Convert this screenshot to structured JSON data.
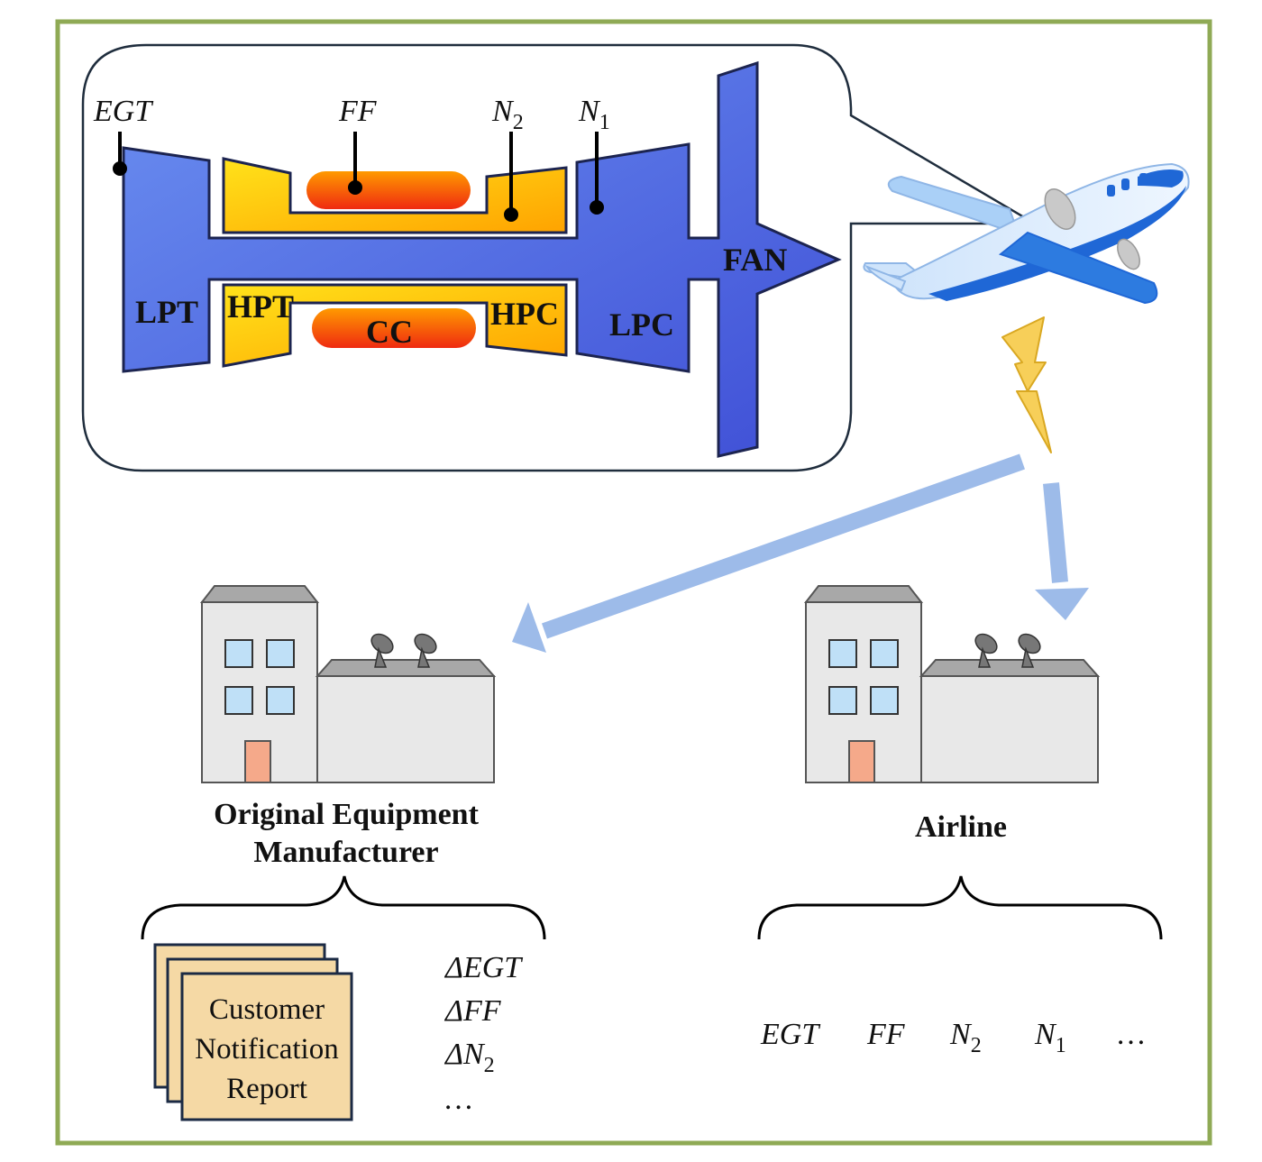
{
  "engine": {
    "components": {
      "lpt": "LPT",
      "hpt": "HPT",
      "cc": "CC",
      "hpc": "HPC",
      "lpc": "LPC",
      "fan": "FAN"
    },
    "sensors": {
      "egt": "EGT",
      "ff": "FF",
      "n2": {
        "base": "N",
        "sub": "2"
      },
      "n1": {
        "base": "N",
        "sub": "1"
      }
    }
  },
  "oem": {
    "title_line1": "Original Equipment",
    "title_line2": "Manufacturer",
    "report": [
      "Customer",
      "Notification",
      "Report"
    ],
    "params": [
      {
        "base": "ΔEGT",
        "sub": ""
      },
      {
        "base": "ΔFF",
        "sub": ""
      },
      {
        "base": "ΔN",
        "sub": "2"
      },
      {
        "base": "…",
        "sub": ""
      }
    ]
  },
  "airline": {
    "title": "Airline",
    "params": [
      {
        "base": "EGT",
        "sub": ""
      },
      {
        "base": "FF",
        "sub": ""
      },
      {
        "base": "N",
        "sub": "2"
      },
      {
        "base": "N",
        "sub": "1"
      },
      {
        "base": "…",
        "sub": ""
      }
    ]
  },
  "colors": {
    "frame": "#8faa55",
    "engine_blue": "#4a5ed8",
    "compressor_yellow": "#ffc21a",
    "combustor": "#f04a10",
    "arrow": "#9dbbe9",
    "lightning": "#f7cf59",
    "building": "#e8e8e8",
    "window": "#bfe0f7",
    "door": "#f5a98a",
    "report": "#f5d9a5"
  }
}
